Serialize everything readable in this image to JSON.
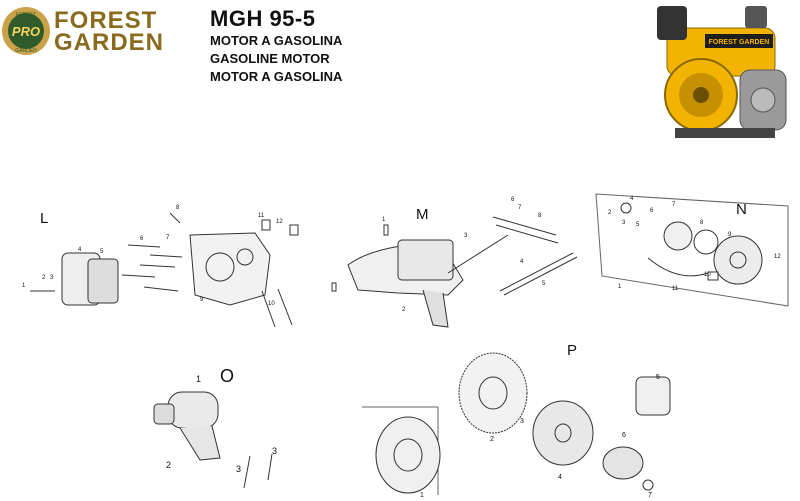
{
  "brand": {
    "badge": "PRO",
    "ring_top": "FOREST",
    "ring_bottom": "GARDEN",
    "line1": "FOREST",
    "line2": "GARDEN",
    "engine_badge": "FOREST GARDEN",
    "colors": {
      "gold": "#8a6a1e",
      "green": "#2f5a2a",
      "engine": "#f2b400"
    }
  },
  "header": {
    "model": "MGH 95-5",
    "desc_es": "MOTOR A GASOLINA",
    "desc_en": "GASOLINE MOTOR",
    "desc_pt": "MOTOR A GASOLINA"
  },
  "sections": {
    "L": "L",
    "M": "M",
    "N": "N",
    "O": "O",
    "P": "P"
  },
  "callouts": {
    "L": [
      "1",
      "2",
      "3",
      "4",
      "5",
      "6",
      "7",
      "8",
      "9",
      "10",
      "11",
      "12"
    ],
    "M": [
      "1",
      "2",
      "3",
      "4",
      "5",
      "6",
      "7",
      "8"
    ],
    "N": [
      "1",
      "2",
      "3",
      "4",
      "5",
      "6",
      "7",
      "8",
      "9",
      "10",
      "11",
      "12"
    ],
    "O": [
      "1",
      "2",
      "3",
      "3"
    ],
    "P": [
      "1",
      "2",
      "3",
      "4",
      "5",
      "6",
      "7"
    ]
  }
}
